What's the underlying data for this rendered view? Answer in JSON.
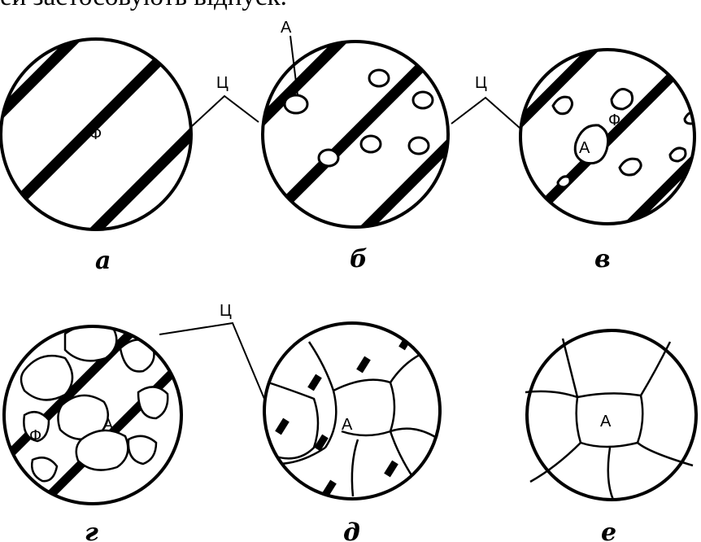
{
  "top_text": "ей застосовують відпуск.",
  "labels": {
    "cementite": "Ц",
    "ferrite": "Ф",
    "austenite": "А"
  },
  "panel_captions": [
    "а",
    "б",
    "в",
    "г",
    "д",
    "е"
  ]
}
